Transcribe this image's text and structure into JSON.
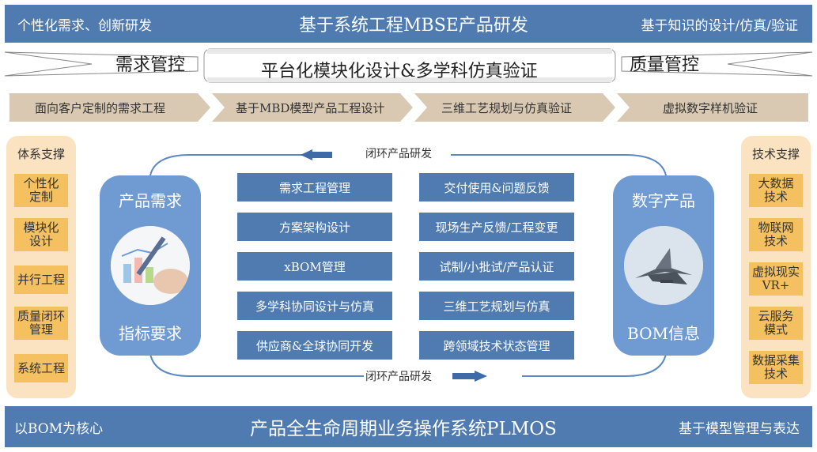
{
  "top_bar": {
    "left": "个性化需求、创新研发",
    "center": "基于系统工程MBSE产品研发",
    "right": "基于知识的设计/仿真/验证"
  },
  "band": {
    "left": "需求管控",
    "center": "平台化模块化设计&多学科仿真验证",
    "right": "质量管控"
  },
  "stages": [
    "面向客户定制的需求工程",
    "基于MBD模型产品工程设计",
    "三维工艺规划与仿真验证",
    "虚拟数字样机验证"
  ],
  "left_panel": {
    "title": "体系支撑",
    "items": [
      "个性化\n定制",
      "模块化\n设计",
      "并行工程",
      "质量闭环\n管理",
      "系统工程"
    ]
  },
  "right_panel": {
    "title": "技术支撑",
    "items": [
      "大数据\n技术",
      "物联网\n技术",
      "虚拟现实\nVR+",
      "云服务\n模式",
      "数据采集\n技术"
    ]
  },
  "product_card": {
    "top": "产品需求",
    "bottom": "指标要求"
  },
  "digital_card": {
    "top": "数字产品",
    "bottom": "BOM信息"
  },
  "loop_top": "闭环产品研发",
  "loop_bottom": "闭环产品研发",
  "left_column": [
    "需求工程管理",
    "方案架构设计",
    "xBOM管理",
    "多学科协同设计与仿真",
    "供应商&全球协同开发"
  ],
  "right_column": [
    "交付使用&问题反馈",
    "现场生产反馈/工程变更",
    "试制/小批试/产品认证",
    "三维工艺规划与仿真",
    "跨领域技术状态管理"
  ],
  "bottom_bar": {
    "left": "以BOM为核心",
    "center": "产品全生命周期业务操作系统PLMOS",
    "right": "基于模型管理与表达"
  },
  "colors": {
    "blue": "#4f7bb0",
    "light_blue": "#6f9ad2",
    "tan": "#d9c9b2",
    "side_bg": "#fbe3c2",
    "side_item": "#f5c05f"
  }
}
